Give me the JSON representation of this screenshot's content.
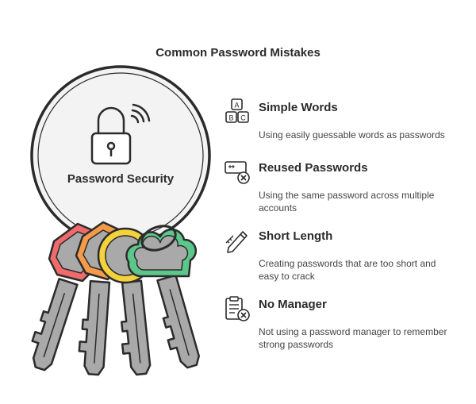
{
  "title": "Common Password Mistakes",
  "center_label": "Password Security",
  "items": [
    {
      "heading": "Simple Words",
      "description": "Using easily guessable words as passwords",
      "icon": "abc-blocks-icon"
    },
    {
      "heading": "Reused Passwords",
      "description": "Using the same password across multiple accounts",
      "icon": "password-field-x-icon"
    },
    {
      "heading": "Short Length",
      "description": "Creating passwords that are too short and easy to crack",
      "icon": "pencil-ruler-icon"
    },
    {
      "heading": "No Manager",
      "description": "Not using a password manager to remember strong passwords",
      "icon": "clipboard-x-icon"
    }
  ],
  "icon_letters": [
    "A",
    "B",
    "C"
  ],
  "icon_asterisks": "**",
  "colors": {
    "outline": "#2b2b2b",
    "ring_fill": "#f3f3f3",
    "key_fill": "#a9a9a9",
    "key_red": "#ef6b6b",
    "key_orange": "#f59a48",
    "key_yellow": "#f4d23c",
    "key_green": "#5cc78a"
  }
}
